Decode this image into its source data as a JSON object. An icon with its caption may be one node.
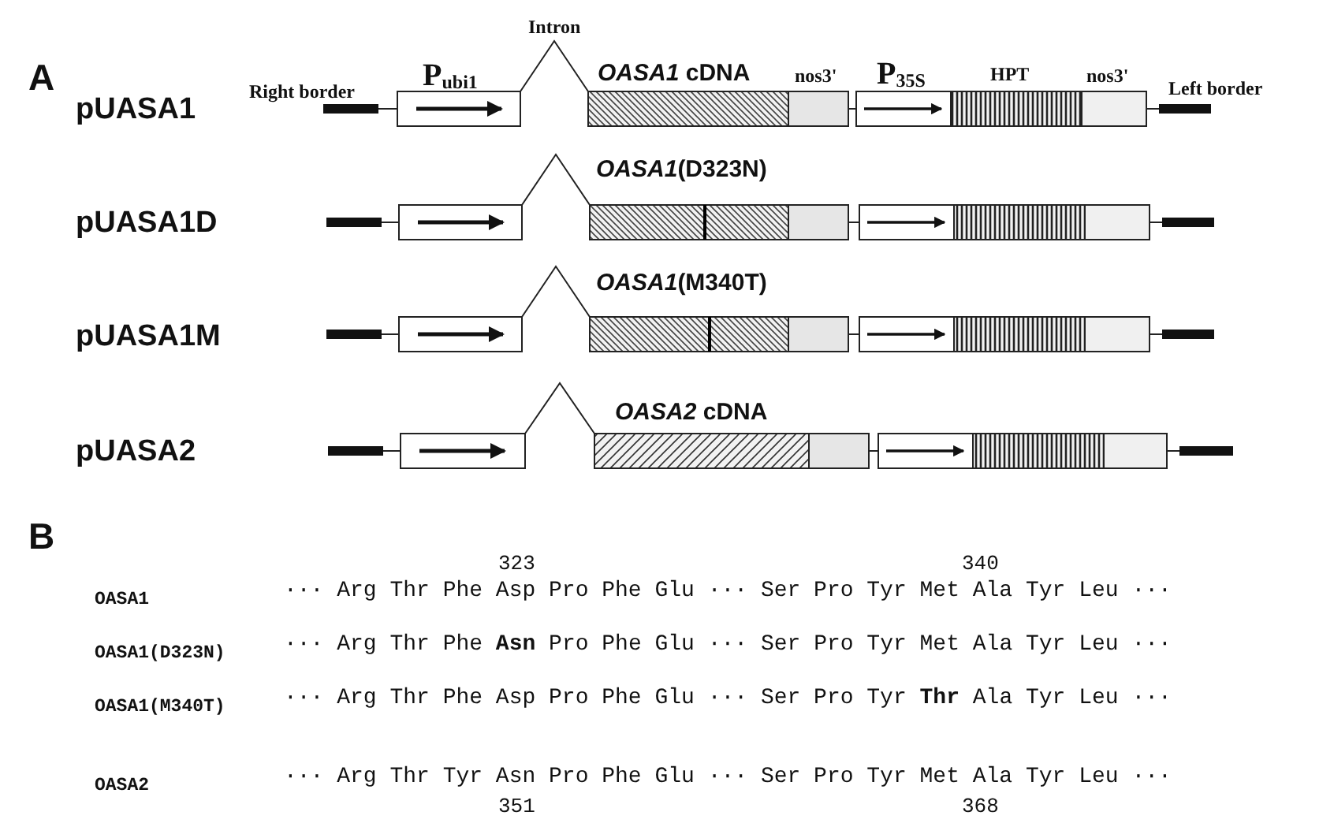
{
  "diagram": {
    "labels": [
      "A",
      "Right border",
      "P$_{ubi1}$",
      "Intron",
      "*OASA1* cDNA",
      "nos3'",
      "P$_{35S}$",
      "HPT",
      "nos3'",
      "Left border",
      "pUASA1",
      "*OASA1*(D323N)",
      "pUASA1D",
      "*OASA1*(M340T)",
      "pUASA1M",
      "*OASA2* cDNA",
      "pUASA2",
      "B",
      "323",
      "340",
      "OASA1",
      "··· Arg Thr Phe Asp Pro Phe Glu ··· Ser Pro Tyr Met Ala Tyr Leu ···",
      "OASA1(D323N)",
      "··· Arg Thr Phe **Asn** Pro Phe Glu ··· Ser Pro Tyr Met Ala Tyr Leu ···",
      "OASA1(M340T)",
      "··· Arg Thr Phe Asp Pro Phe Glu ··· Ser Pro Tyr **Thr** Ala Tyr Leu ···",
      "OASA2",
      "··· Arg Thr Tyr Asn Pro Phe Glu ··· Ser Pro Tyr Met Ala Tyr Leu ···",
      "351",
      "368"
    ]
  }
}
